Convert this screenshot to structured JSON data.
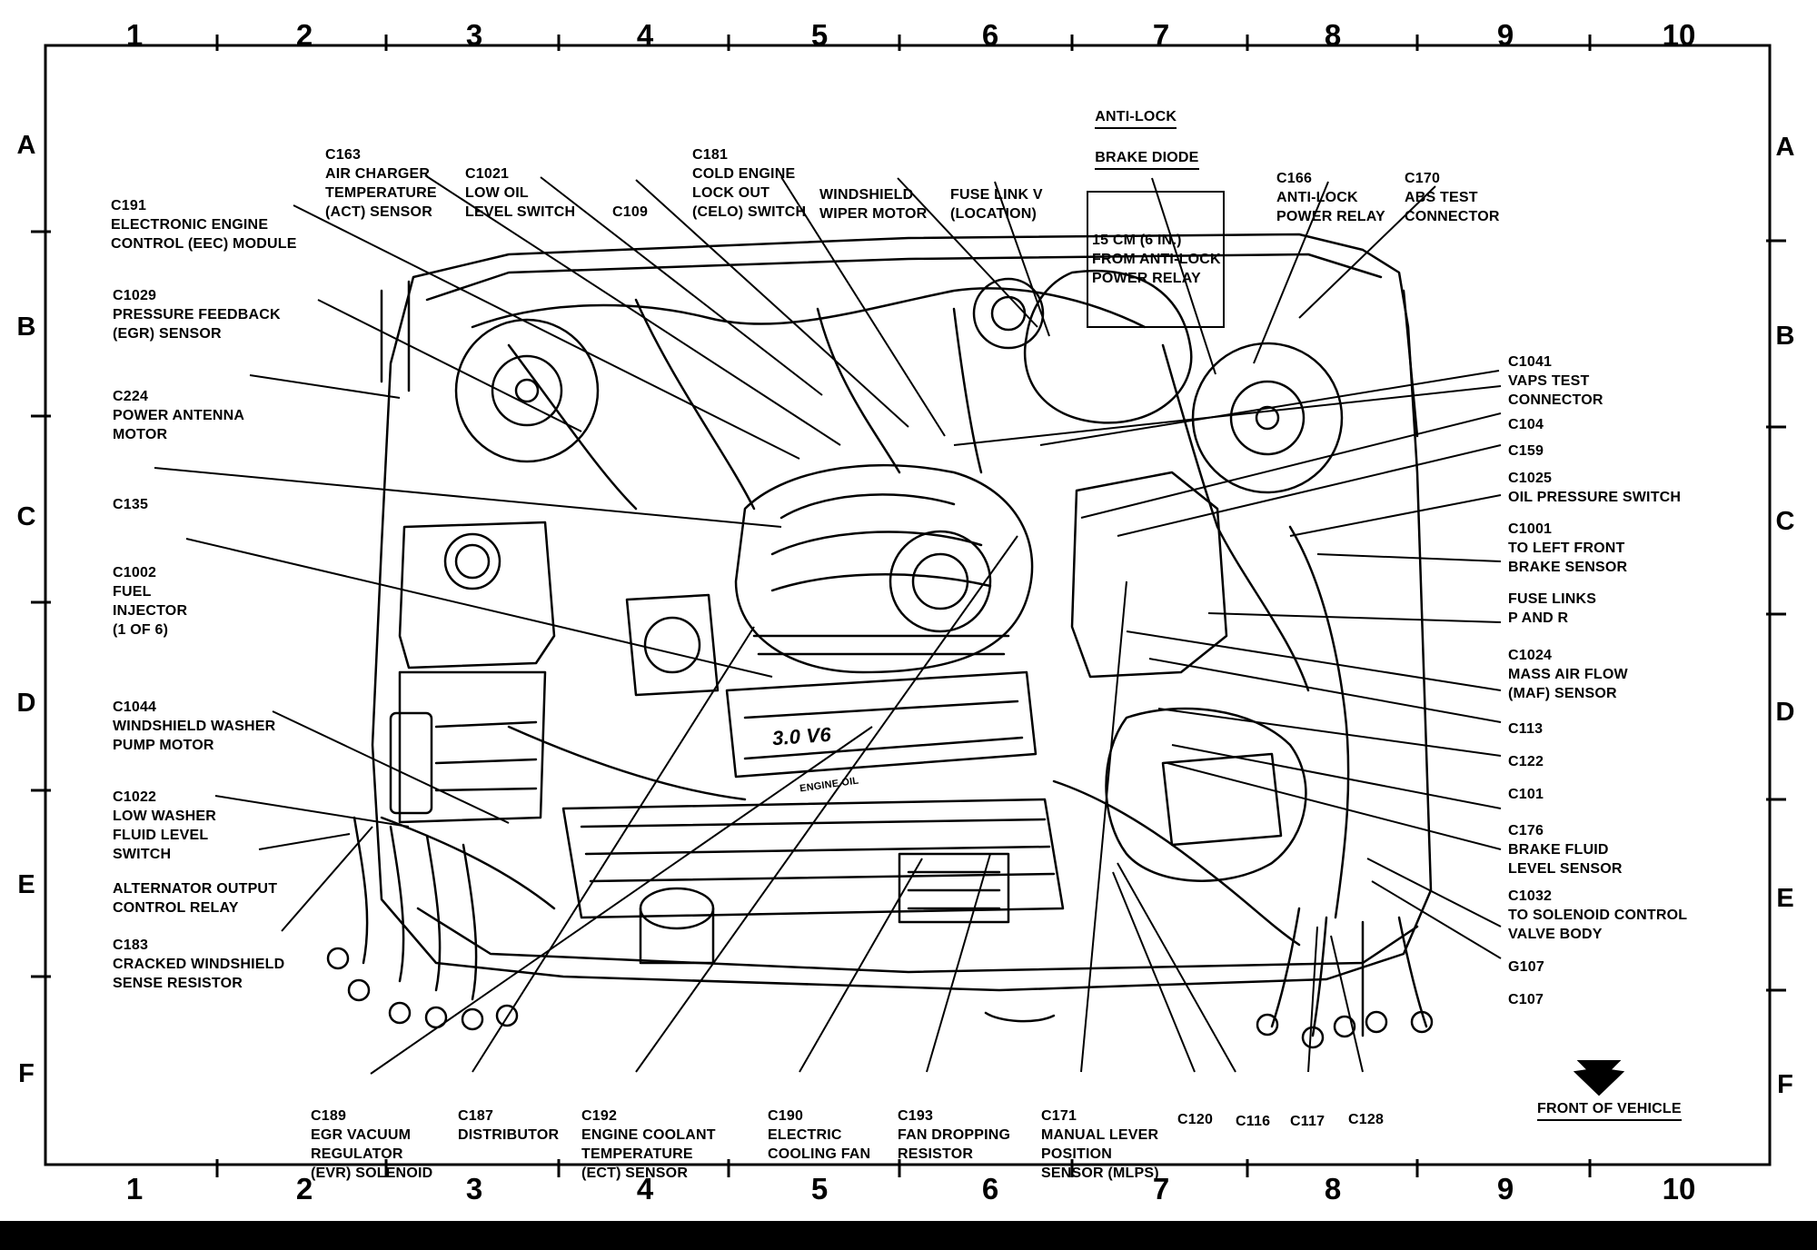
{
  "grid": {
    "columns": [
      "1",
      "2",
      "3",
      "4",
      "5",
      "6",
      "7",
      "8",
      "9",
      "10"
    ],
    "rows": [
      "A",
      "B",
      "C",
      "D",
      "E",
      "F"
    ]
  },
  "engine_badge": "3.0 V6",
  "oil_cap": "ENGINE OIL",
  "front_of_vehicle": "FRONT OF VEHICLE",
  "labels": {
    "c191": [
      "C191",
      "ELECTRONIC ENGINE",
      "CONTROL (EEC) MODULE"
    ],
    "c163": [
      "C163",
      "AIR CHARGER",
      "TEMPERATURE",
      "(ACT) SENSOR"
    ],
    "c1021": [
      "C1021",
      "LOW OIL",
      "LEVEL SWITCH"
    ],
    "c109": [
      "C109"
    ],
    "c181": [
      "C181",
      "COLD ENGINE",
      "LOCK OUT",
      "(CELO) SWITCH"
    ],
    "wiper": [
      "WINDSHIELD",
      "WIPER MOTOR"
    ],
    "fuse_link_v": [
      "FUSE LINK V",
      "(LOCATION)"
    ],
    "abs_diode_title": [
      "ANTI-LOCK",
      "BRAKE DIODE"
    ],
    "abs_diode_box": [
      "15 CM (6 IN.)",
      "FROM ANTI-LOCK",
      "POWER RELAY"
    ],
    "c166": [
      "C166",
      "ANTI-LOCK",
      "POWER RELAY"
    ],
    "c170": [
      "C170",
      "ABS TEST",
      "CONNECTOR"
    ],
    "c1029": [
      "C1029",
      "PRESSURE FEEDBACK",
      "(EGR) SENSOR"
    ],
    "c224": [
      "C224",
      "POWER ANTENNA",
      "MOTOR"
    ],
    "c135": [
      "C135"
    ],
    "c1002": [
      "C1002",
      "FUEL",
      "INJECTOR",
      "(1 OF 6)"
    ],
    "c1044": [
      "C1044",
      "WINDSHIELD WASHER",
      "PUMP MOTOR"
    ],
    "c1022": [
      "C1022",
      "LOW WASHER",
      "FLUID LEVEL",
      "SWITCH"
    ],
    "alt_relay": [
      "ALTERNATOR OUTPUT",
      "CONTROL RELAY"
    ],
    "c183": [
      "C183",
      "CRACKED WINDSHIELD",
      "SENSE RESISTOR"
    ],
    "c1041": [
      "C1041",
      "VAPS TEST",
      "CONNECTOR"
    ],
    "c104": [
      "C104"
    ],
    "c159": [
      "C159"
    ],
    "c1025": [
      "C1025",
      "OIL PRESSURE SWITCH"
    ],
    "c1001": [
      "C1001",
      "TO LEFT FRONT",
      "BRAKE SENSOR"
    ],
    "fuse_pr": [
      "FUSE LINKS",
      "P AND R"
    ],
    "c1024": [
      "C1024",
      "MASS AIR FLOW",
      "(MAF) SENSOR"
    ],
    "c113": [
      "C113"
    ],
    "c122": [
      "C122"
    ],
    "c101": [
      "C101"
    ],
    "c176": [
      "C176",
      "BRAKE FLUID",
      "LEVEL SENSOR"
    ],
    "c1032": [
      "C1032",
      "TO SOLENOID CONTROL",
      "VALVE BODY"
    ],
    "g107": [
      "G107"
    ],
    "c107": [
      "C107"
    ],
    "c189": [
      "C189",
      "EGR VACUUM",
      "REGULATOR",
      "(EVR) SOLENOID"
    ],
    "c187": [
      "C187",
      "DISTRIBUTOR"
    ],
    "c192": [
      "C192",
      "ENGINE COOLANT",
      "TEMPERATURE",
      "(ECT) SENSOR"
    ],
    "c190": [
      "C190",
      "ELECTRIC",
      "COOLING FAN"
    ],
    "c193": [
      "C193",
      "FAN DROPPING",
      "RESISTOR"
    ],
    "c171": [
      "C171",
      "MANUAL LEVER",
      "POSITION",
      "SENSOR (MLPS)"
    ],
    "c120": [
      "C120"
    ],
    "c116": [
      "C116"
    ],
    "c117": [
      "C117"
    ],
    "c128": [
      "C128"
    ]
  }
}
